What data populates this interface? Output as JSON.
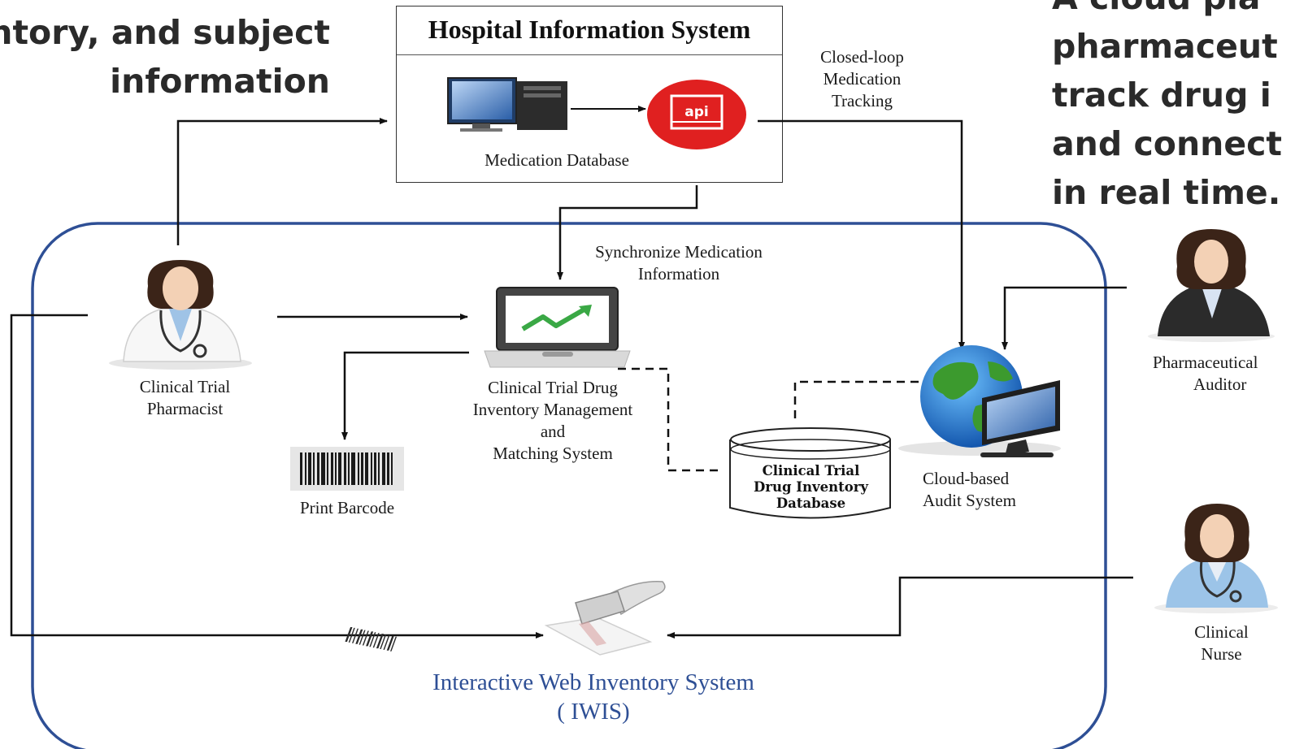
{
  "captions": {
    "left_lines": [
      "ntory, and subject",
      "information"
    ],
    "right_lines": [
      "A cloud pla",
      "pharmaceut",
      "track drug i",
      "and connect",
      "in real time."
    ]
  },
  "his": {
    "title": "Hospital Information System",
    "api_label": "api",
    "database_label": "Medication Database"
  },
  "flows": {
    "closed_loop": [
      "Closed-loop",
      "Medication",
      "Tracking"
    ],
    "sync": [
      "Synchronize Medication",
      "Information"
    ]
  },
  "nodes": {
    "pharmacist": [
      "Clinical Trial",
      "Pharmacist"
    ],
    "inventory_system": [
      "Clinical Trial Drug",
      "Inventory Management",
      "and",
      "Matching System"
    ],
    "print_barcode": "Print Barcode",
    "database": [
      "Clinical Trial",
      "Drug Inventory",
      "Database"
    ],
    "audit_system": [
      "Cloud-based",
      "Audit System"
    ],
    "auditor": [
      "Pharmaceutical",
      "Auditor"
    ],
    "nurse": [
      "Clinical",
      "Nurse"
    ]
  },
  "iwis": {
    "title_line1": "Interactive Web Inventory System",
    "title_line2": "( IWIS)"
  },
  "colors": {
    "frame": "#2e4f95",
    "api_red": "#e02020",
    "trend_green": "#3aa845",
    "line": "#111111"
  }
}
